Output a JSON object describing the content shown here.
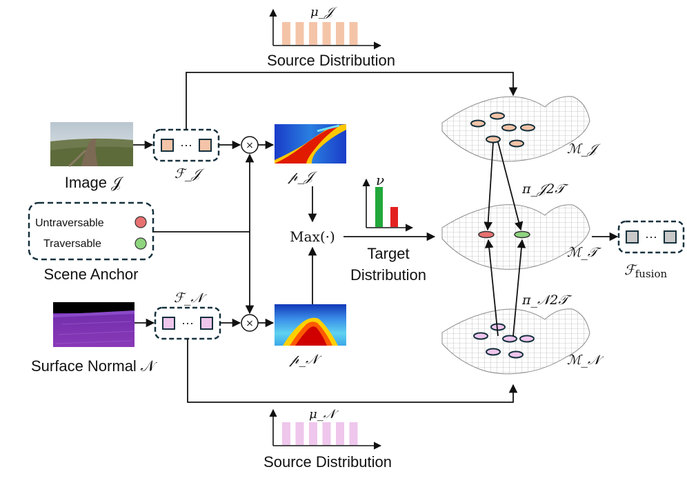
{
  "source_top": {
    "symbol": "μ_𝒥",
    "caption": "Source Distribution",
    "bar_color": "#f4c4a8",
    "bars": 6
  },
  "source_bottom": {
    "symbol": "μ_𝒩",
    "caption": "Source Distribution",
    "bar_color": "#efc6ec",
    "bars": 6
  },
  "image_input": {
    "label": "Image 𝒥"
  },
  "normal_input": {
    "label": "Surface Normal 𝒩"
  },
  "scene_anchor": {
    "caption": "Scene Anchor",
    "items": [
      {
        "label": "Untraversable",
        "color": "#e87171"
      },
      {
        "label": "Traversable",
        "color": "#8fd47f"
      }
    ]
  },
  "features": {
    "image": {
      "symbol": "ℱ_𝒥",
      "color": "#f4c4a8"
    },
    "normal": {
      "symbol": "ℱ_𝒩",
      "color": "#efc6ec"
    },
    "fusion": {
      "symbol": "ℱ",
      "subscript": "fusion",
      "color": "#c9c9c9"
    },
    "ellipsis": "···"
  },
  "multiply_symbol": "×",
  "prob_maps": {
    "image": "𝓅_𝒥",
    "normal": "𝓅_𝒩"
  },
  "max_op": "Max(·)",
  "target": {
    "symbol": "ν",
    "caption_line1": "Target",
    "caption_line2": "Distribution",
    "bars": [
      {
        "color": "#22a83a",
        "value": 1.0
      },
      {
        "color": "#e32020",
        "value": 0.5
      }
    ]
  },
  "manifolds": {
    "image": "ℳ_𝒥",
    "target": "ℳ_𝒯",
    "normal": "ℳ_𝒩"
  },
  "transports": {
    "image_to_target": "π_𝒥2𝒯",
    "normal_to_target": "π_𝒩2𝒯"
  },
  "colors": {
    "box_border": "#14303c",
    "arrow": "#111111"
  }
}
